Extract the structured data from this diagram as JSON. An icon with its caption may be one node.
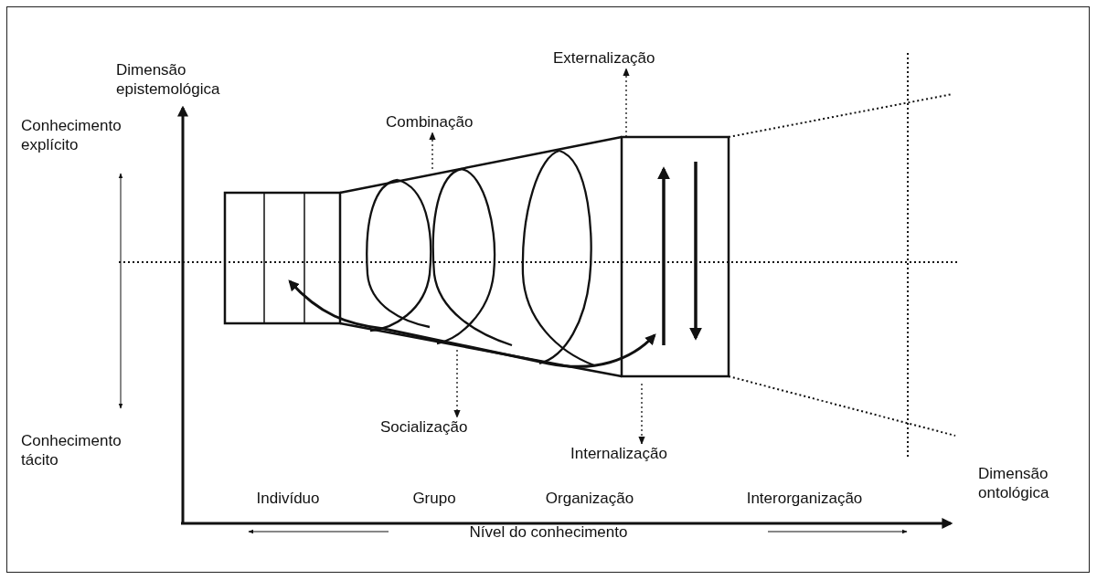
{
  "diagram": {
    "nodes": [
      {
        "text": [
          "Combinação"
        ]
      },
      {
        "text": [
          "Externalização"
        ]
      },
      {
        "text": [
          "Socialização"
        ]
      },
      {
        "text": [
          "Internalização"
        ]
      }
    ],
    "edges": [
      {
        "from": null,
        "to": 0,
        "arrow": "to",
        "style": "dashed"
      },
      {
        "from": null,
        "to": 1,
        "arrow": "to",
        "style": "dashed"
      },
      {
        "from": null,
        "to": 2,
        "arrow": "to",
        "style": "dashed"
      },
      {
        "from": null,
        "to": 3,
        "arrow": "to",
        "style": "dashed"
      }
    ],
    "labels": [
      "Dimensão epistemológica",
      "Conhecimento explícito",
      "Conhecimento tácito",
      "Indivíduo",
      "Grupo",
      "Organização",
      "Interorganização",
      "Dimensão ontológica",
      "Nível do conhecimento"
    ]
  }
}
